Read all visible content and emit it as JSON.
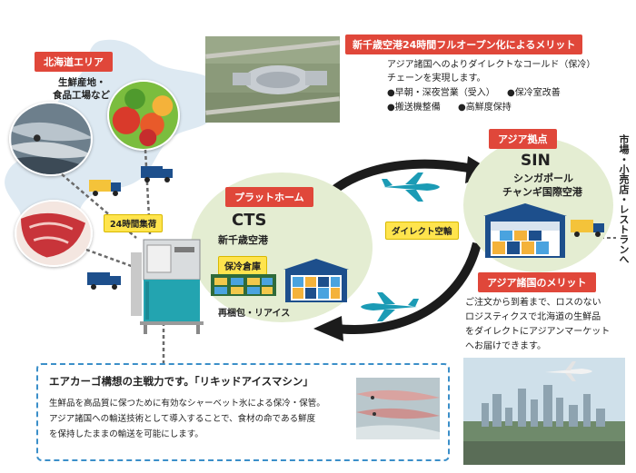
{
  "hokkaido": {
    "title": "北海道エリア",
    "source_lines": [
      "生鮮産地・",
      "食品工場など"
    ],
    "collection_badge": "24時間集荷"
  },
  "platform": {
    "title": "プラットホーム",
    "code": "CTS",
    "name": "新千歳空港",
    "storage_badge": "保冷倉庫",
    "repack_label": "再梱包・リアイス"
  },
  "direct_flight_badge": "ダイレクト空輸",
  "airport_merit": {
    "title": "新千歳空港24時間フルオープン化によるメリット",
    "description_lines": [
      "アジア諸国へのよりダイレクトなコールド（保冷）",
      "チェーンを実現します。"
    ],
    "bullets": [
      "●早朝・深夜営業（受入）",
      "●保冷室改善",
      "●搬送機整備",
      "●高鮮度保持"
    ]
  },
  "asia_hub": {
    "title": "アジア拠点",
    "code": "SIN",
    "name_lines": [
      "シンガポール",
      "チャンギ国際空港"
    ],
    "vertical_label": "市場・小売店・レストランへ"
  },
  "asia_merit": {
    "title": "アジア諸国のメリット",
    "description_lines": [
      "ご注文から到着まで、ロスのない",
      "ロジスティクスで北海道の生鮮品",
      "をダイレクトにアジアンマーケット",
      "へお届けできます。"
    ]
  },
  "aircargo": {
    "title": "エアカーゴ構想の主戦力です。「リキッドアイスマシン」",
    "description_lines": [
      "生鮮品を高品質に保つために有効なシャーベット氷による保冷・保管。",
      "アジア諸国への輸送技術として導入することで、食材の命である鮮度",
      "を保持したままの輸送を可能にします。"
    ]
  },
  "colors": {
    "red_tag": "#e0473a",
    "oval_green": "#e4edd2",
    "truck_blue": "#1d4f8c",
    "plane_teal": "#1b9bb5",
    "badge_yellow": "#ffe44d",
    "dash_blue": "#3b8fc9"
  },
  "icons": [
    "truck-icon",
    "airplane-icon",
    "warehouse-icon",
    "cargo-box-icon",
    "liquid-ice-machine-icon"
  ]
}
